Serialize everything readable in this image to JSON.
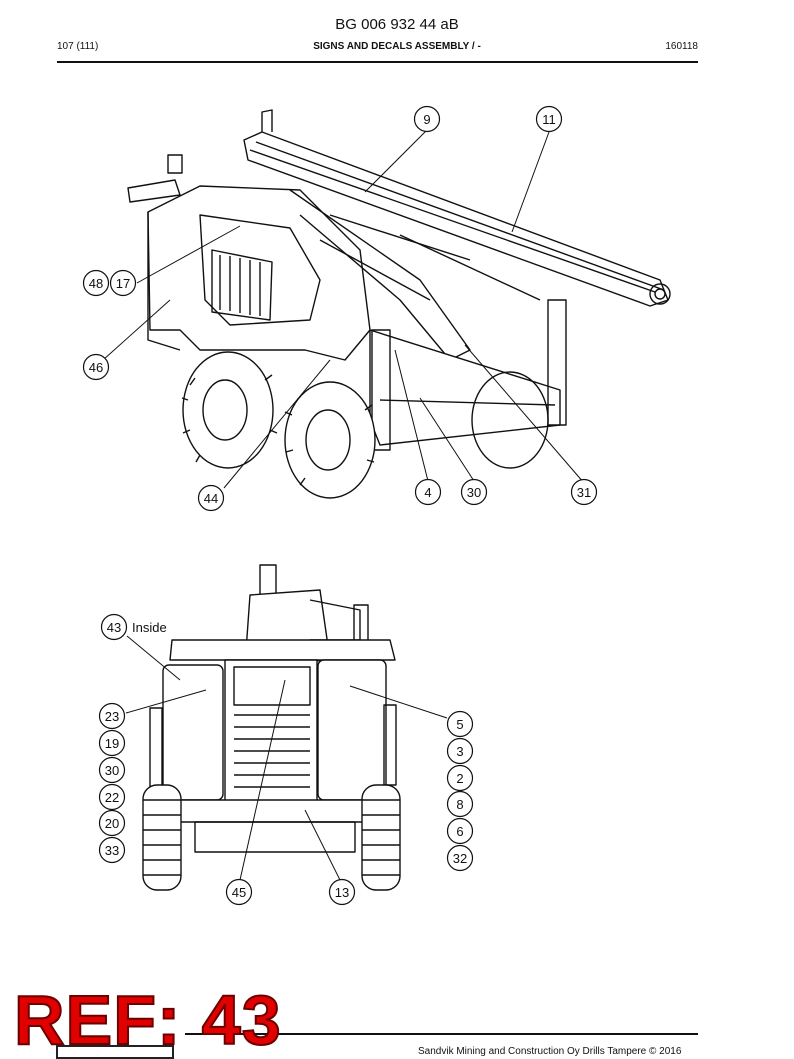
{
  "header": {
    "doc_number": "BG 006 932 44 aB",
    "page": "107 (111)",
    "section_title": "SIGNS AND DECALS ASSEMBLY / -",
    "date_code": "160118"
  },
  "figure_top": {
    "callouts": [
      "9",
      "11",
      "48",
      "17",
      "46",
      "44",
      "4",
      "30",
      "31"
    ]
  },
  "figure_bottom": {
    "inside_label": "Inside",
    "callouts": [
      "43",
      "23",
      "19",
      "30",
      "22",
      "20",
      "33",
      "5",
      "3",
      "2",
      "8",
      "6",
      "32",
      "45",
      "13"
    ]
  },
  "footer": {
    "ref_stamp": "REF: 43",
    "copyright": "Sandvik Mining and Construction Oy Drills Tampere © 2016"
  }
}
